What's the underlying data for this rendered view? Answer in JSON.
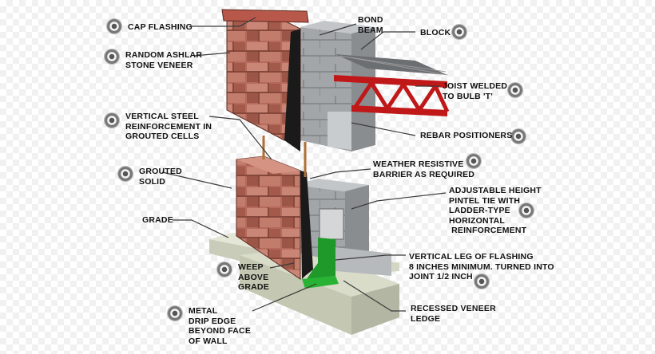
{
  "labels": {
    "cap_flashing": "CAP FLASHING",
    "random_ashlar": "RANDOM ASHLAR\nSTONE VENEER",
    "vertical_steel": "VERTICAL STEEL\nREINFORCEMENT IN\nGROUTED CELLS",
    "grouted_solid": "GROUTED\nSOLID",
    "grade": "GRADE",
    "weep_above_grade": "WEEP\nABOVE\nGRADE",
    "metal_drip_edge": "METAL\nDRIP EDGE\nBEYOND FACE\nOF WALL",
    "bond_beam": "BOND\nBEAM",
    "block": "BLOCK",
    "joist_welded": "JOIST WELDED\nTO BULB 'T'",
    "rebar_positioners": "REBAR POSITIONERS",
    "weather_resistive": "WEATHER RESISTIVE\nBARRIER AS REQUIRED",
    "adjustable_height": "ADJUSTABLE HEIGHT\nPINTEL TIE WITH\nLADDER-TYPE\nHORIZONTAL\n REINFORCEMENT",
    "vertical_leg": "VERTICAL LEG OF FLASHING\n8 INCHES MINIMUM. TURNED INTO\nJOINT 1/2 INCH",
    "recessed_veneer": "RECESSED VENEER\nLEDGE"
  },
  "colors": {
    "stone": "#b0695a",
    "block": "#9da0a3",
    "barrier": "#1a1a1a",
    "joist": "#c01818",
    "flashing": "#1f9a2a",
    "footing": "#d8dcc8"
  },
  "icons": [
    "target-icon"
  ]
}
